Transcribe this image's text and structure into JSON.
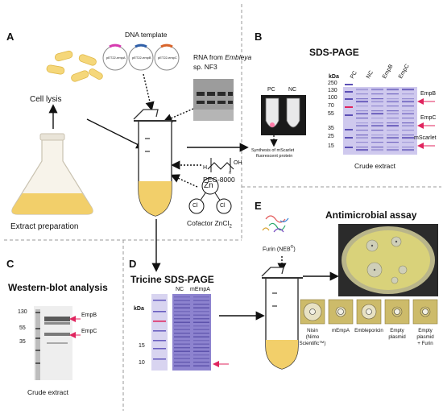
{
  "panels": {
    "A": {
      "letter": "A",
      "dna_template": "DNA template",
      "plasmid_labels": [
        "pET22-empA",
        "pET22-empB",
        "pET22-empC"
      ],
      "rna_line1": "RNA from",
      "rna_line2_italic": "Embleya",
      "rna_line3": "sp. NF3",
      "cell_lysis": "Cell lysis",
      "extract_preparation": "Extract preparation",
      "peg": "PEG-8000",
      "peg_h": "H",
      "peg_oh": "OH",
      "peg_n": "n",
      "zn": "Zn",
      "cl1": "Cl",
      "cl2": "Cl",
      "cofactor": "Cofactor ZnCl",
      "cofactor_sub": "2"
    },
    "B": {
      "letter": "B",
      "title": "SDS-PAGE",
      "pc": "PC",
      "nc": "NC",
      "synthesis_line1": "Synthesis of mScarlet",
      "synthesis_line2": "fluorescent protein",
      "kda": "kDa",
      "markers": [
        "250",
        "130",
        "100",
        "70",
        "55",
        "35",
        "25",
        "15"
      ],
      "lanes": [
        "PC",
        "NC",
        "EmpB",
        "EmpC"
      ],
      "band_labels": [
        "EmpB",
        "EmpC",
        "mScarlet"
      ],
      "caption": "Crude extract"
    },
    "C": {
      "letter": "C",
      "title": "Western-blot analysis",
      "markers": [
        "130",
        "55",
        "35"
      ],
      "band_labels": [
        "EmpB",
        "EmpC"
      ],
      "caption": "Crude extract"
    },
    "D": {
      "letter": "D",
      "title": "Tricine SDS-PAGE",
      "kda": "kDa",
      "lanes": [
        "NC",
        "mEmpA"
      ],
      "markers": [
        "15",
        "10"
      ]
    },
    "E": {
      "letter": "E",
      "title": "Antimicrobial assay",
      "furin": "Furin (NEB",
      "furin_sup": "®",
      "furin_close": ")",
      "samples": [
        {
          "line1": "Nisin",
          "line2": "(Nimo",
          "line3": "Scientific™)"
        },
        {
          "line1": "mEmpA",
          "line2": "",
          "line3": ""
        },
        {
          "line1": "Embleporicin",
          "line2": "",
          "line3": ""
        },
        {
          "line1": "Empty",
          "line2": "plasmid",
          "line3": ""
        },
        {
          "line1": "Empty",
          "line2": "plasmid",
          "line3": "+ Furin"
        }
      ]
    }
  },
  "colors": {
    "arrow_red": "#e0245e",
    "gel_blue": "#5b4fb5",
    "culture_yellow": "#f2cf6a",
    "agar": "#d9d27a",
    "dash": "#9a9a9a"
  }
}
